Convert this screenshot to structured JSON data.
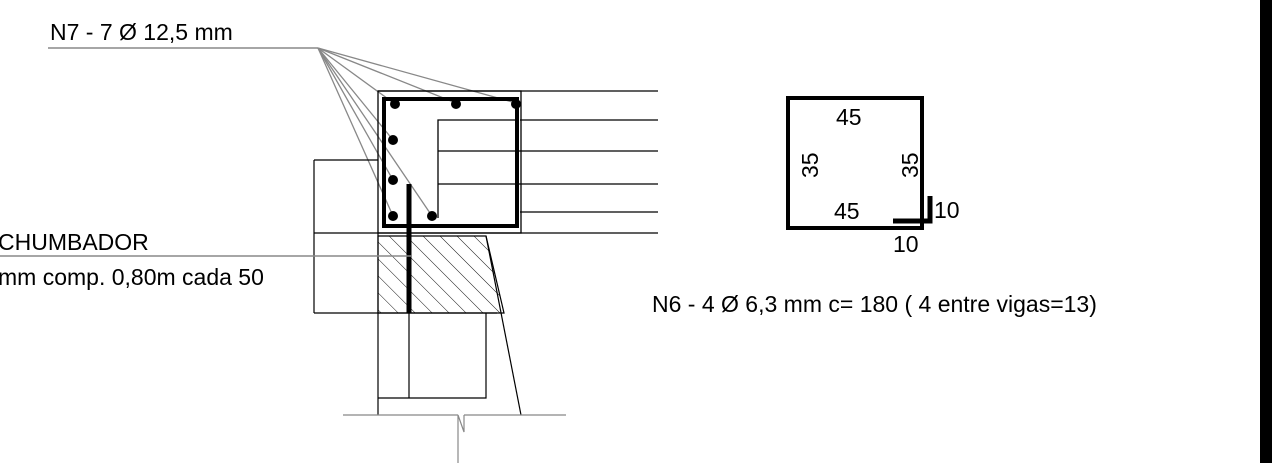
{
  "labels": {
    "n7_callout": "N7 - 7 Ø 12,5 mm",
    "chumbador_title": "CHUMBADOR",
    "chumbador_spec": "mm comp. 0,80m cada 50",
    "n6_callout": "N6 - 4 Ø 6,3 mm c= 180 ( 4 entre vigas=13)"
  },
  "stirrup_dims": {
    "top": "45",
    "bottom": "45",
    "left": "35",
    "right": "35",
    "hook_horizontal": "10",
    "hook_vertical": "10"
  }
}
